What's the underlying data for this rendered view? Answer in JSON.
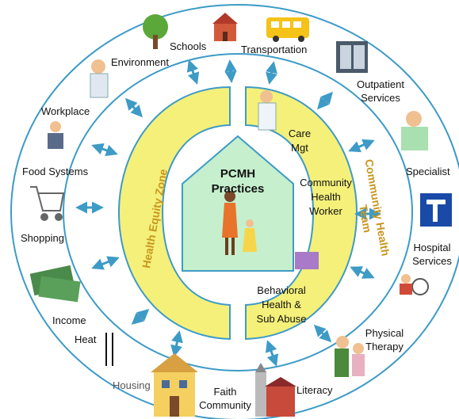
{
  "center": {
    "title_line1": "PCMH",
    "title_line2": "Practices"
  },
  "zones": {
    "health_equity": "Health Equity Zone",
    "community_health": "Community Health",
    "community_health_team": "Team"
  },
  "team": {
    "care_line1": "Care",
    "care_line2": "Mgt",
    "chw_line1": "Community",
    "chw_line2": "Health",
    "chw_line3": "Worker",
    "behavioral_line1": "Behavioral",
    "behavioral_line2": "Health &",
    "behavioral_line3": "Sub Abuse"
  },
  "community": {
    "schools": "Schools",
    "transportation": "Transportation",
    "environment": "Environment",
    "outpatient_line1": "Outpatient",
    "outpatient_line2": "Services",
    "workplace": "Workplace",
    "specialist": "Specialist",
    "food_systems": "Food Systems",
    "shopping": "Shopping",
    "hospital_line1": "Hospital",
    "hospital_line2": "Services",
    "income": "Income",
    "heat": "Heat",
    "physical_line1": "Physical",
    "physical_line2": "Therapy",
    "housing": "Housing",
    "faith_line1": "Faith",
    "faith_line2": "Community",
    "literacy": "Literacy"
  },
  "colors": {
    "ring": "#3d9bc6",
    "arrow": "#3d9bc6",
    "zone_fill": "#f4f07a",
    "house_fill": "#c6efcd",
    "zone_text": "#c8961e"
  },
  "icons": [
    "tree-icon",
    "schoolhouse-icon",
    "school-bus-icon",
    "x-ray-icon",
    "doctor-icon",
    "nurse-icon",
    "shopping-cart-icon",
    "hospital-sign-icon",
    "money-icon",
    "wheelchair-icon",
    "house-icon",
    "church-icon",
    "family-icon"
  ]
}
